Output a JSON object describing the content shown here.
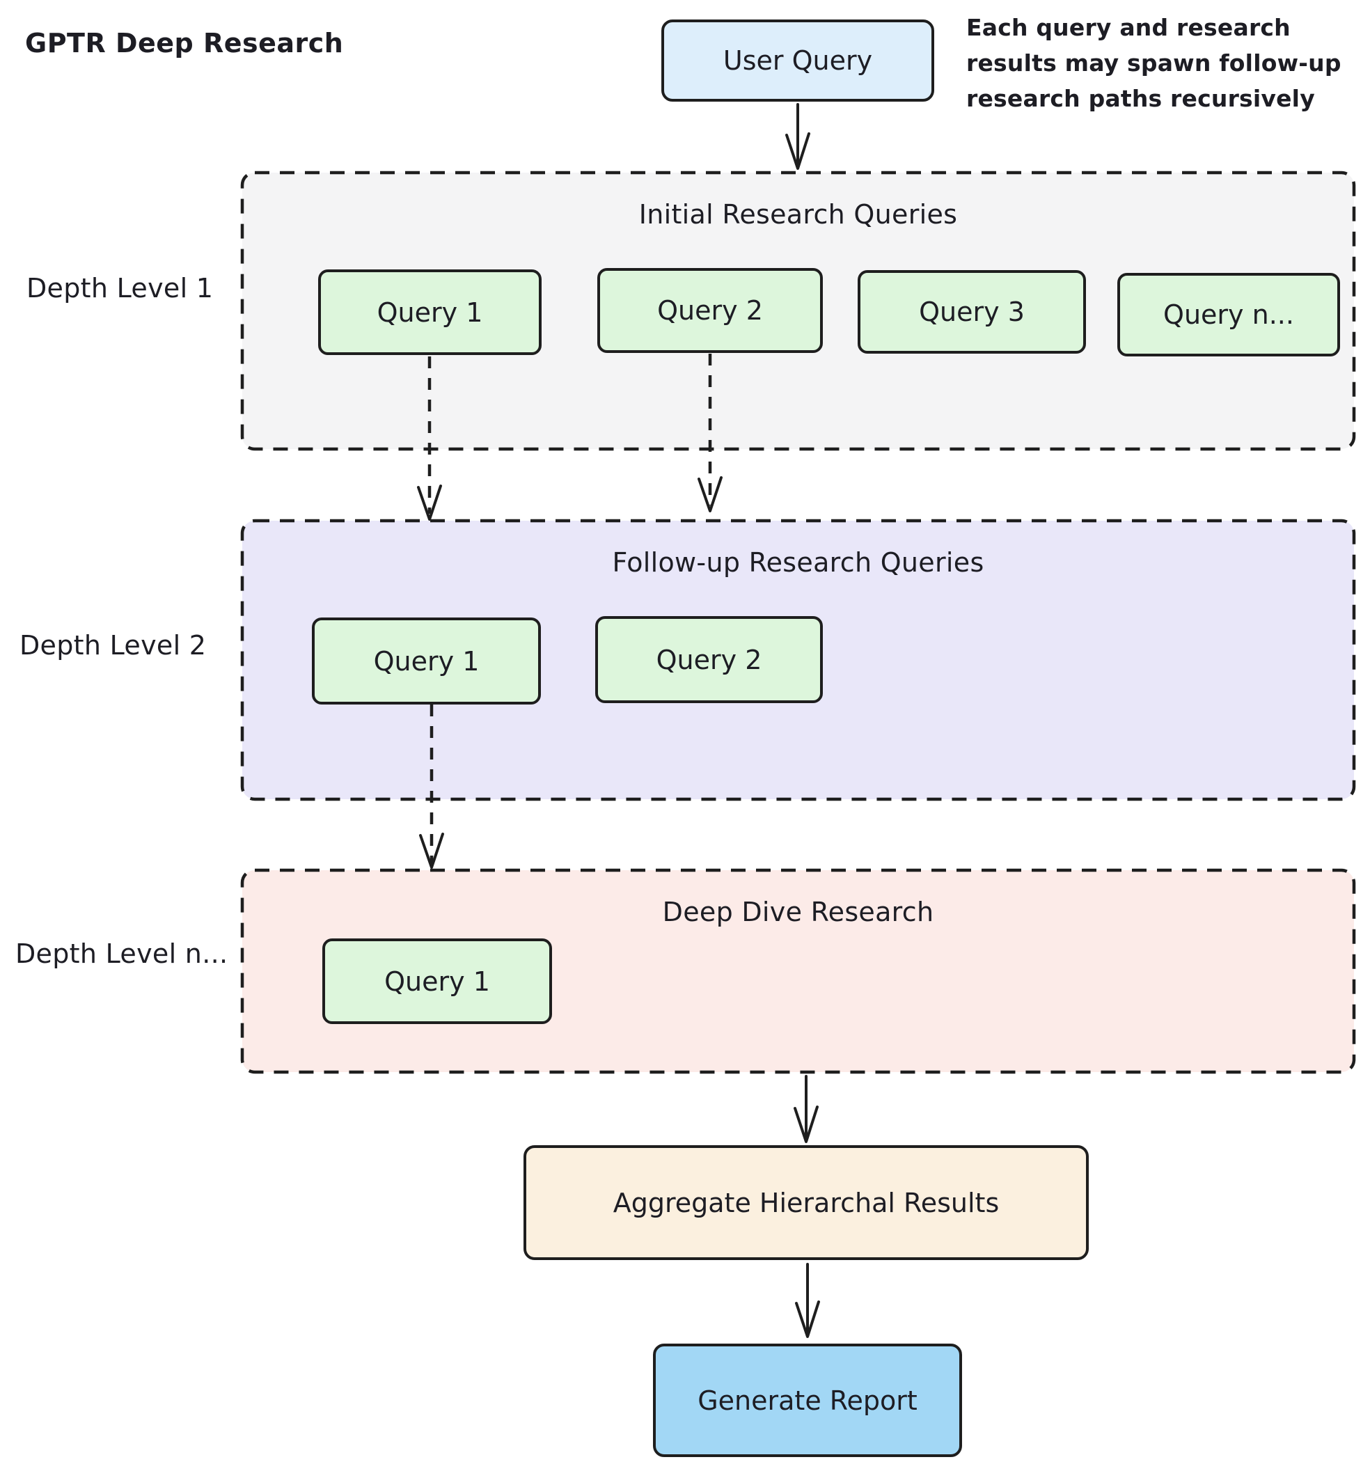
{
  "diagram": {
    "title": "GPTR Deep Research",
    "annotation": "Each query and research results may spawn follow-up research paths recursively",
    "user_query": "User Query",
    "levels": [
      {
        "side_label": "Depth Level 1",
        "title": "Initial Research Queries",
        "queries": [
          "Query 1",
          "Query 2",
          "Query 3",
          "Query n..."
        ]
      },
      {
        "side_label": "Depth Level 2",
        "title": "Follow-up Research Queries",
        "queries": [
          "Query 1",
          "Query 2"
        ]
      },
      {
        "side_label": "Depth Level n...",
        "title": "Deep Dive Research",
        "queries": [
          "Query 1"
        ]
      }
    ],
    "aggregate": "Aggregate Hierarchal Results",
    "generate_report": "Generate Report"
  },
  "colors": {
    "ink": "#1e1e1e",
    "user-query-bg": "#ddeefb",
    "query-bg": "#ddf6dc",
    "level1-bg": "#f4f4f5",
    "level2-bg": "#e9e7f9",
    "leveln-bg": "#fcebe8",
    "aggregate-bg": "#fbf0df",
    "report-bg": "#a2d7f5"
  }
}
